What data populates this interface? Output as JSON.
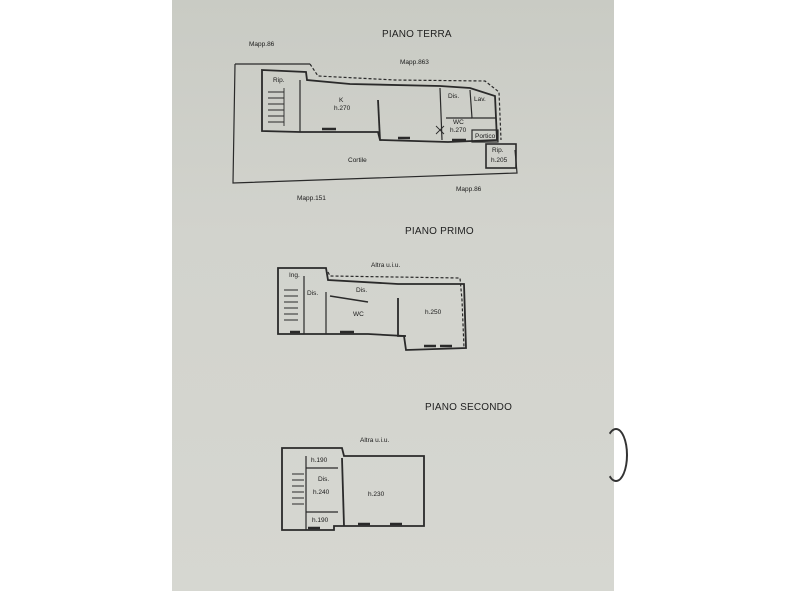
{
  "floors": {
    "ground": {
      "title": "PIANO TERRA",
      "labels": {
        "mapp86_top": "Mapp.86",
        "mapp863": "Mapp.863",
        "rip1": "Rip.",
        "k": "K",
        "k_h": "h.270",
        "dis": "Dis.",
        "lav": "Lav.",
        "wc": "WC",
        "wc_h": "h.270",
        "portico": "Portico",
        "rip2": "Rip.",
        "rip2_h": "h.205",
        "cortile": "Cortile",
        "mapp151": "Mapp.151",
        "mapp86_bottom": "Mapp.86"
      }
    },
    "first": {
      "title": "PIANO PRIMO",
      "labels": {
        "altra": "Altra u.i.u.",
        "ing": "Ing.",
        "dis1": "Dis.",
        "dis2": "Dis.",
        "wc": "WC",
        "room_h": "h.250"
      }
    },
    "second": {
      "title": "PIANO SECONDO",
      "labels": {
        "altra": "Altra u.i.u.",
        "h190_top": "h.190",
        "dis": "Dis.",
        "h240": "h.240",
        "h190_bottom": "h.190",
        "room_h": "h.230"
      }
    }
  }
}
